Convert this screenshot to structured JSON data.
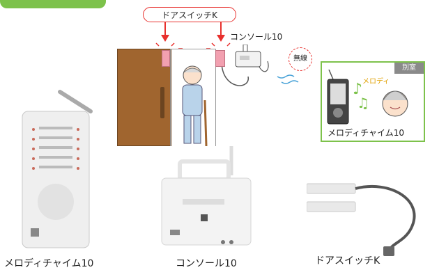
{
  "diagram": {
    "door_switch_label": "ドアスイッチK",
    "console_label": "コンソール10",
    "wireless_label": "無線",
    "room_badge": "別室",
    "melody_word": "メロディ",
    "room_chime_label": "メロディチャイム10"
  },
  "products": {
    "chime_caption": "メロディチャイム10",
    "console_caption": "コンソール10",
    "switch_caption": "ドアスイッチK"
  },
  "colors": {
    "accent_green": "#7dc24b",
    "accent_red": "#e8302d",
    "door_brown": "#a0652f",
    "sensor_pink": "#f2a0b0"
  }
}
